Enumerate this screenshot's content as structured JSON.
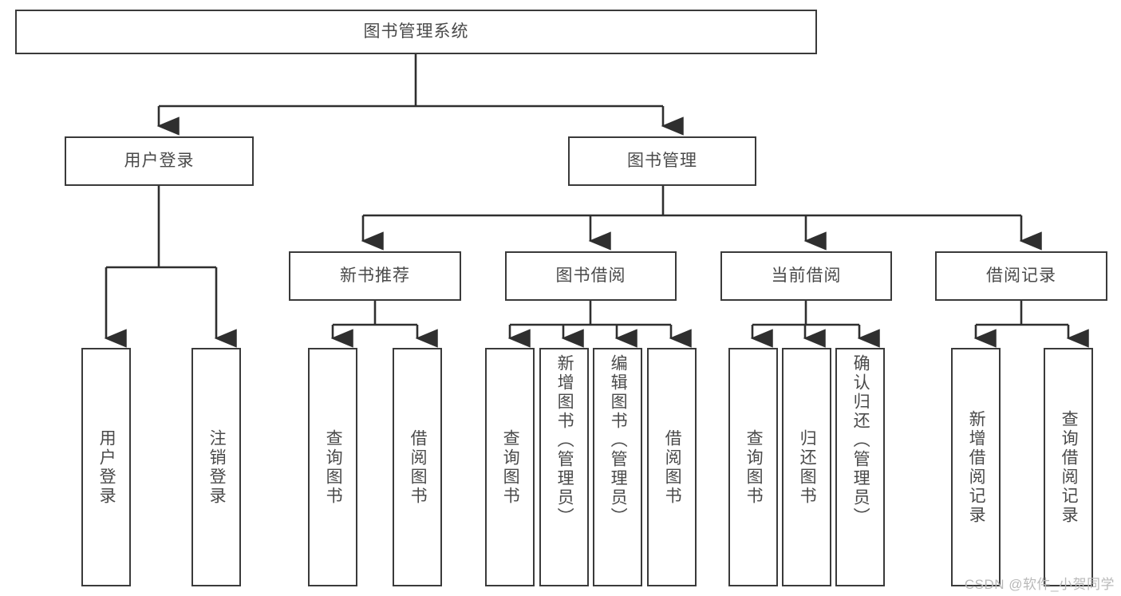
{
  "diagram": {
    "type": "tree",
    "title": "图书管理系统",
    "watermark": "CSDN @软件_小贺同学",
    "colors": {
      "box_border": "#3a3a3a",
      "box_fill": "#ffffff",
      "text": "#4a4a4a",
      "connector": "#2f2f2f",
      "watermark": "#b9b9b9"
    },
    "root": {
      "label": "图书管理系统"
    },
    "level2": [
      {
        "label": "用户登录"
      },
      {
        "label": "图书管理"
      }
    ],
    "level3": [
      {
        "label": "新书推荐"
      },
      {
        "label": "图书借阅"
      },
      {
        "label": "当前借阅"
      },
      {
        "label": "借阅记录"
      }
    ],
    "leaves": {
      "user_login": [
        {
          "label": "用户登录"
        },
        {
          "label": "注销登录"
        }
      ],
      "new_book_recommend": [
        {
          "label": "查询图书"
        },
        {
          "label": "借阅图书"
        }
      ],
      "book_borrow": [
        {
          "label": "查询图书"
        },
        {
          "label": "新增图书（管理员）"
        },
        {
          "label": "编辑图书（管理员）"
        },
        {
          "label": "借阅图书"
        }
      ],
      "current_borrow": [
        {
          "label": "查询图书"
        },
        {
          "label": "归还图书"
        },
        {
          "label": "确认归还（管理员）"
        }
      ],
      "borrow_record": [
        {
          "label": "新增借阅记录"
        },
        {
          "label": "查询借阅记录"
        }
      ]
    }
  }
}
